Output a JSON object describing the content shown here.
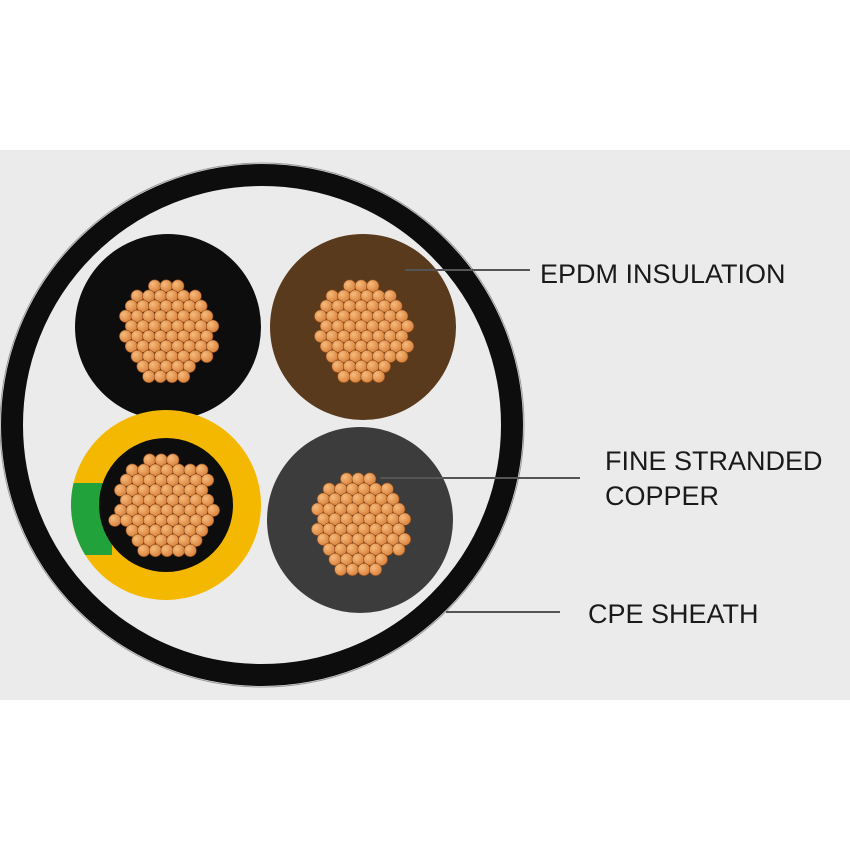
{
  "diagram": {
    "labels": {
      "insulation": "EPDM INSULATION",
      "copper_line1": "FINE STRANDED",
      "copper_line2": "COPPER",
      "sheath": "CPE SHEATH"
    },
    "colors": {
      "panel_background": "#ebebeb",
      "sheath": "#0d0d0d",
      "core_black": "#0d0d0d",
      "core_brown": "#5a3a1c",
      "core_grey": "#3c3c3c",
      "core_earth_yellow": "#f5b800",
      "core_earth_green": "#22a23a",
      "copper_strand": "#d9803a",
      "copper_highlight": "#f6bb7c",
      "leader_line": "#555555"
    },
    "cores": [
      {
        "name": "black-core",
        "color": "core_black"
      },
      {
        "name": "brown-core",
        "color": "core_brown"
      },
      {
        "name": "earth-core",
        "color": "core_earth_yellow"
      },
      {
        "name": "grey-core",
        "color": "core_grey"
      }
    ]
  }
}
